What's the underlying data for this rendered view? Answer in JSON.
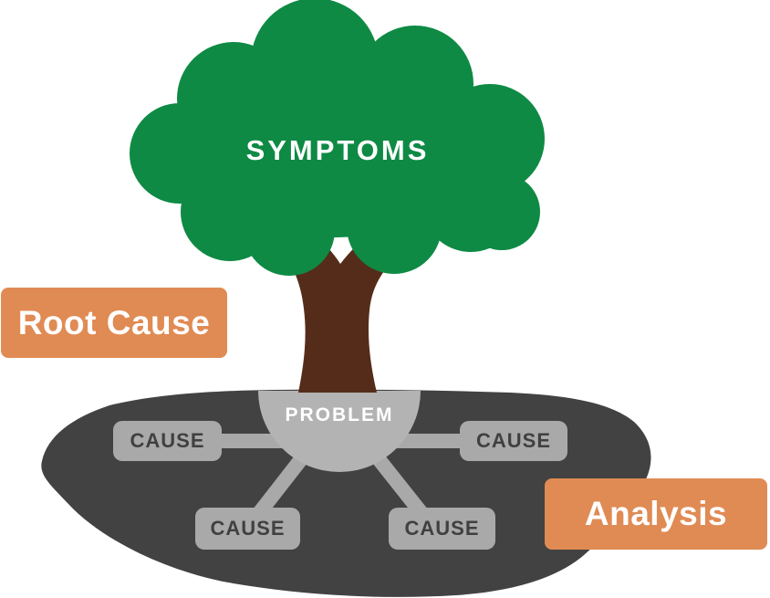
{
  "diagram": {
    "tree": {
      "symptoms_label": "SYMPTOMS",
      "canopy_color": "#0e8a44",
      "trunk_color": "#552c1a"
    },
    "underground": {
      "soil_color": "#424242",
      "connector_color": "#a9a9a9",
      "problem": {
        "label": "PROBLEM",
        "bg_color": "#b3b3b3",
        "text_color": "#ffffff"
      },
      "cause_bg_color": "#a9a9a9",
      "cause_text_color": "#404040",
      "causes": [
        {
          "label": "CAUSE"
        },
        {
          "label": "CAUSE"
        },
        {
          "label": "CAUSE"
        },
        {
          "label": "CAUSE"
        }
      ]
    },
    "tags": {
      "root_cause": {
        "label": "Root Cause",
        "bg_color": "#e08b54",
        "text_color": "#ffffff"
      },
      "analysis": {
        "label": "Analysis",
        "bg_color": "#e08b54",
        "text_color": "#ffffff"
      }
    }
  }
}
